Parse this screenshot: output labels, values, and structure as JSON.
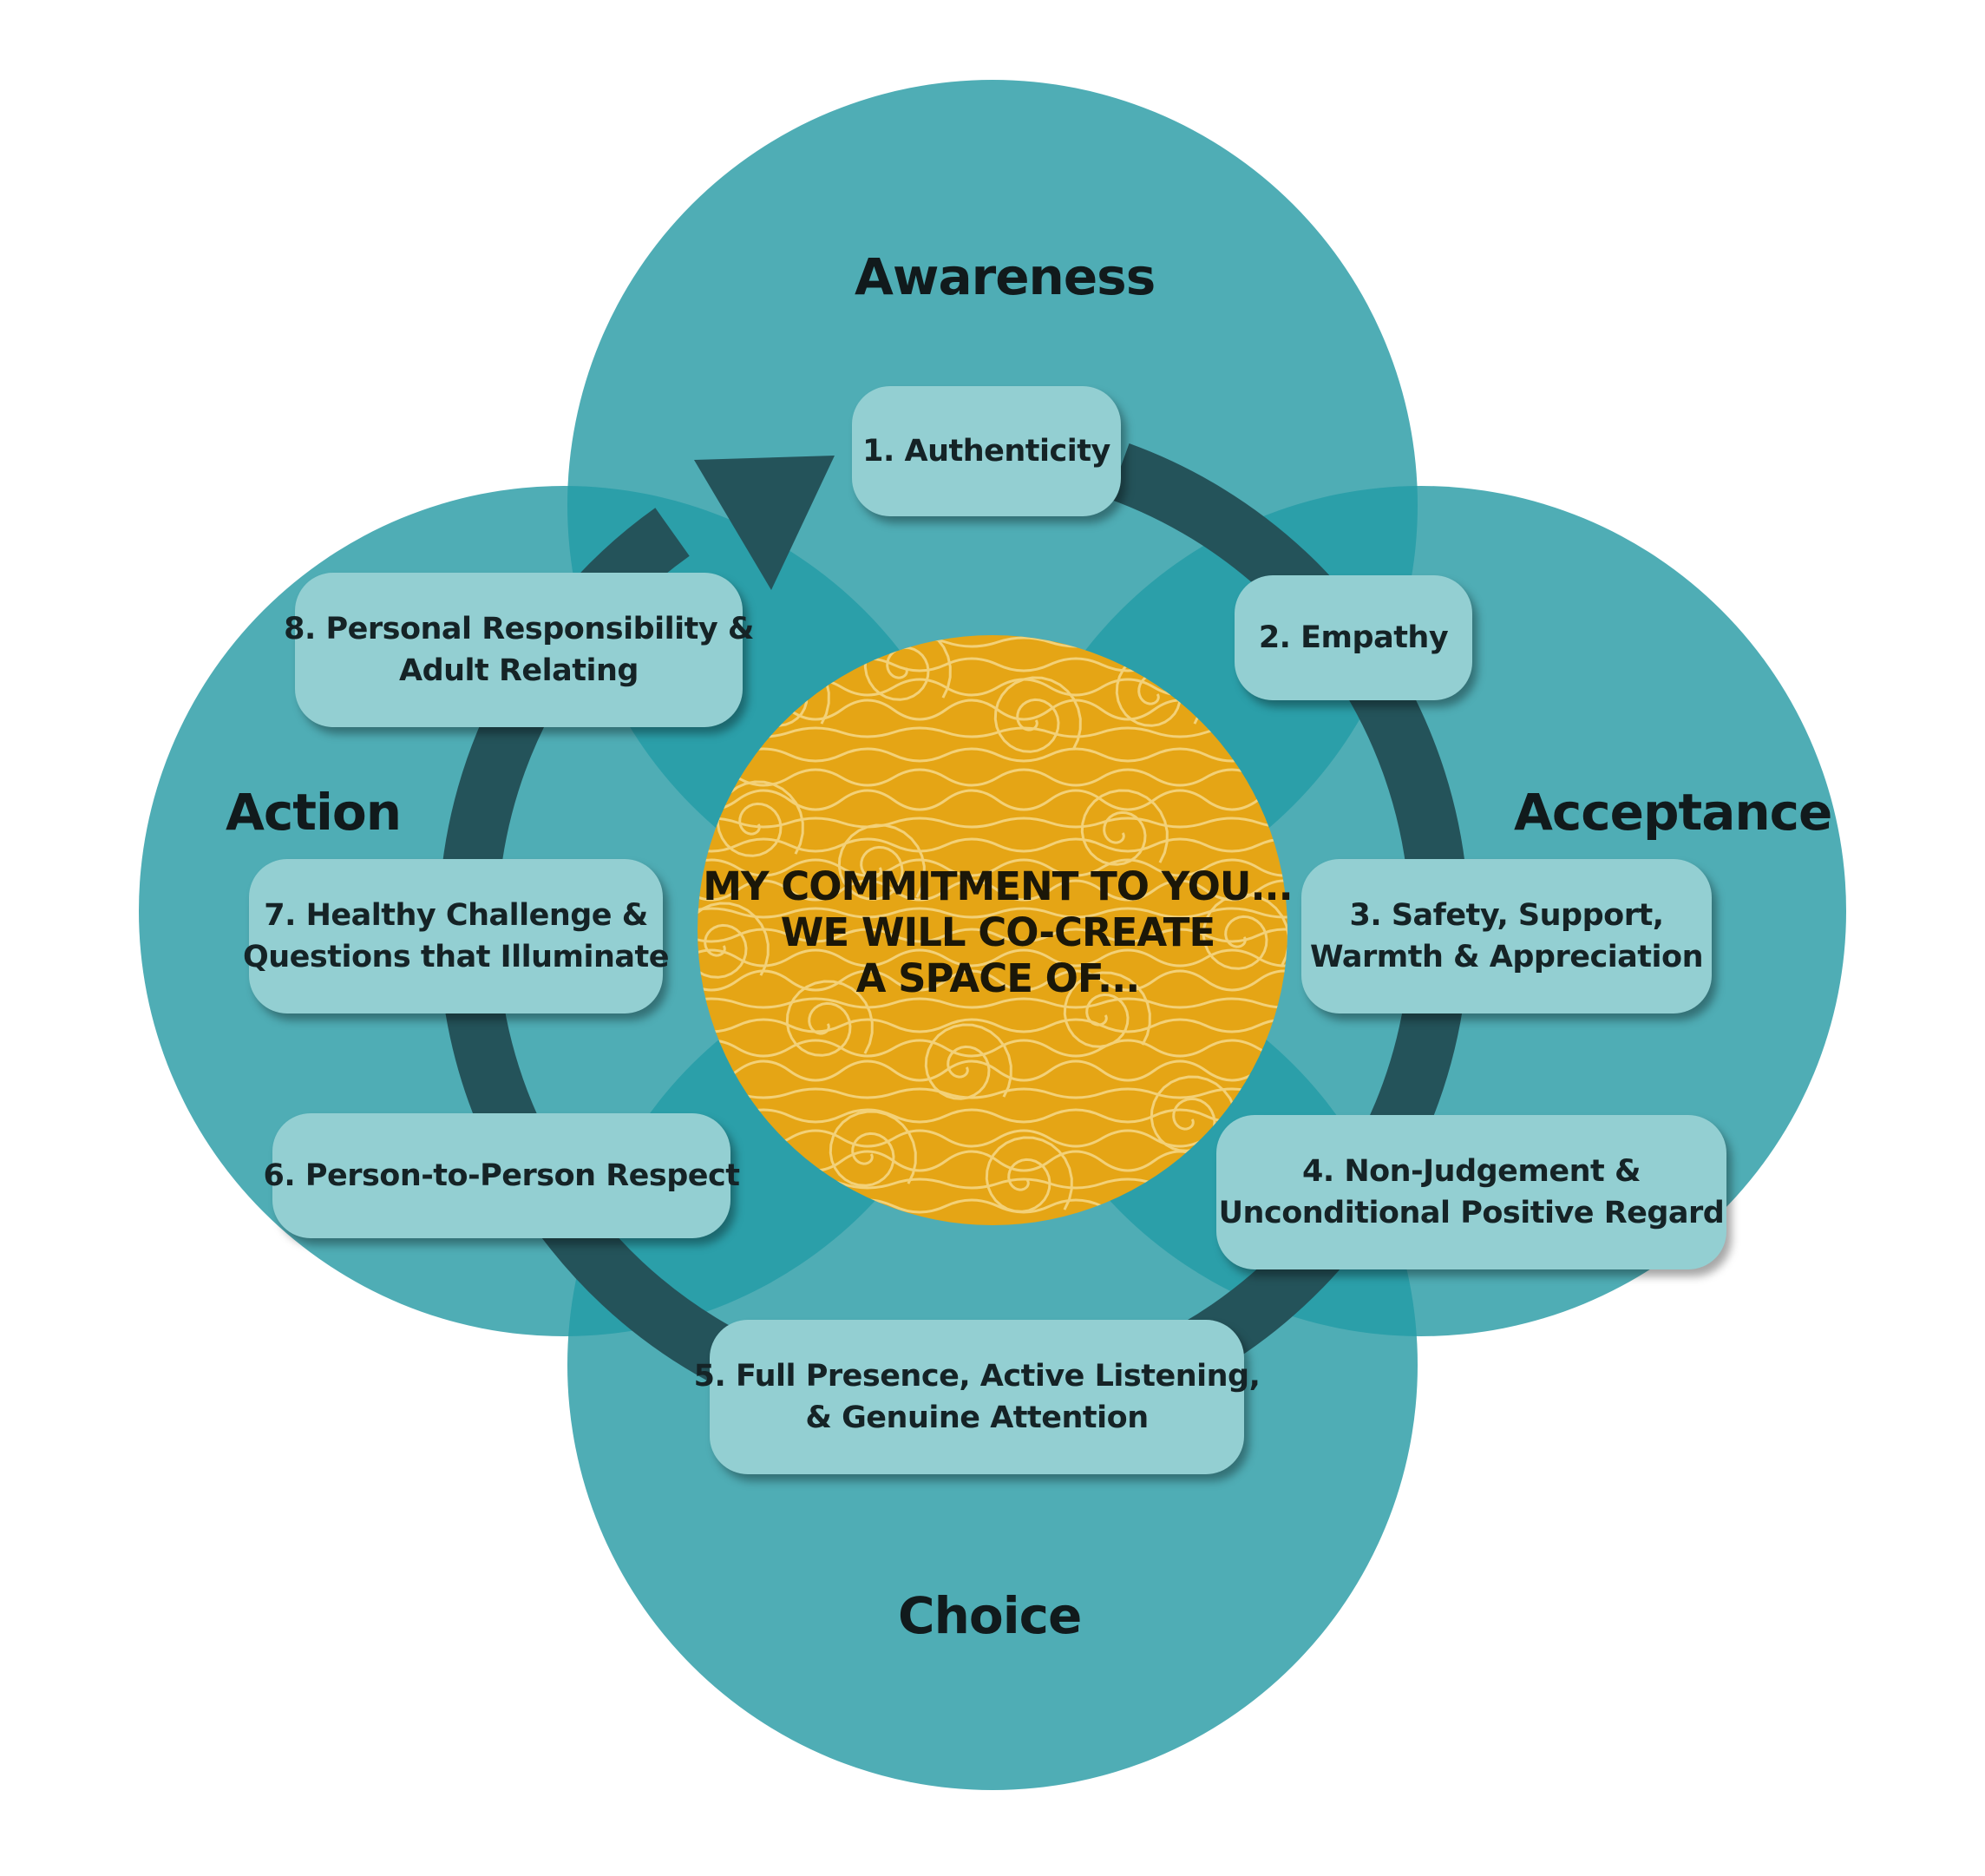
{
  "colors": {
    "outer_circle": "#4fadb5",
    "overlap": "#2b9fa9",
    "ring_arrow": "#24535a",
    "pill": "#93cfd2",
    "center_gold": "#e5a515",
    "swirl": "#f6d98a",
    "text": "#111a1c"
  },
  "regions": {
    "awareness": "Awareness",
    "acceptance": "Acceptance",
    "choice": "Choice",
    "action": "Action"
  },
  "center": {
    "lines": [
      "MY COMMITMENT TO YOU...",
      "WE WILL CO-CREATE",
      "A SPACE OF..."
    ]
  },
  "steps": [
    {
      "lines": [
        "1. Authenticity"
      ]
    },
    {
      "lines": [
        "2. Empathy"
      ]
    },
    {
      "lines": [
        "3. Safety, Support,",
        "Warmth & Appreciation"
      ]
    },
    {
      "lines": [
        "4. Non-Judgement &",
        "Unconditional Positive Regard"
      ]
    },
    {
      "lines": [
        "5. Full Presence, Active Listening,",
        "& Genuine Attention"
      ]
    },
    {
      "lines": [
        "6. Person-to-Person Respect"
      ]
    },
    {
      "lines": [
        "7. Healthy Challenge &",
        "Questions that Illuminate"
      ]
    },
    {
      "lines": [
        "8. Personal Responsibility &",
        "Adult Relating"
      ]
    }
  ]
}
